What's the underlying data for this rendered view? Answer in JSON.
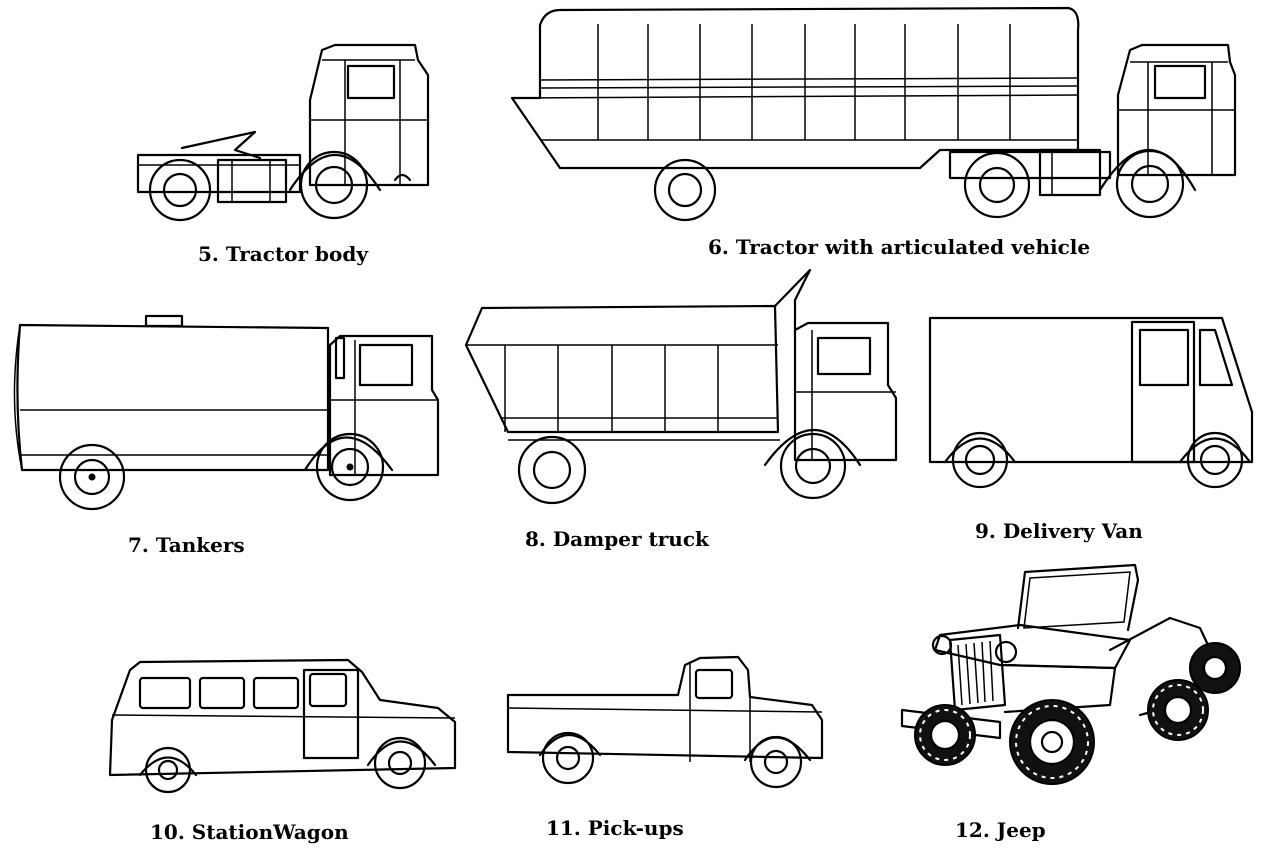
{
  "vehicles": [
    {
      "id": "tractor-body",
      "caption": "5. Tractor body"
    },
    {
      "id": "tractor-articulated",
      "caption": "6. Tractor with articulated vehicle"
    },
    {
      "id": "tankers",
      "caption": "7. Tankers"
    },
    {
      "id": "damper-truck",
      "caption": "8. Damper truck"
    },
    {
      "id": "delivery-van",
      "caption": "9. Delivery Van"
    },
    {
      "id": "station-wagon",
      "caption": "10. StationWagon"
    },
    {
      "id": "pick-ups",
      "caption": "11. Pick-ups"
    },
    {
      "id": "jeep",
      "caption": "12. Jeep"
    }
  ]
}
